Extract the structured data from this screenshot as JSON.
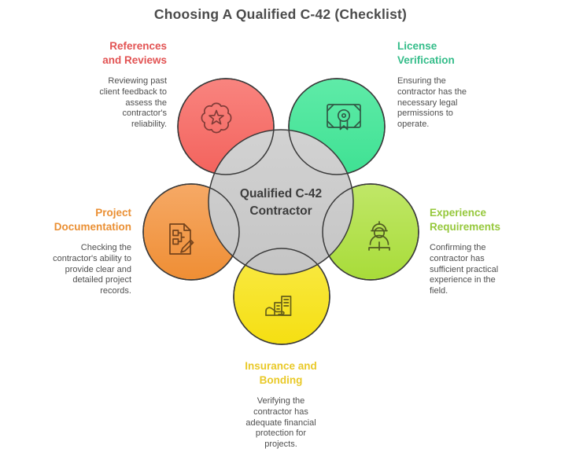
{
  "title": "Choosing A Qualified C-42 (Checklist)",
  "center_label": "Qualified C-42\nContractor",
  "sections": [
    {
      "name": "references-and-reviews",
      "heading": "References\nand Reviews",
      "description": "Reviewing past client feedback to assess the contractor's reliability.",
      "accent": "#e25353",
      "circle_top": "#f9847f",
      "circle_bottom": "#f3635d",
      "icon": "rosette-star-badge-icon",
      "icon_stroke": "#823c38"
    },
    {
      "name": "license-verification",
      "heading": "License\nVerification",
      "description": "Ensuring the contractor has the necessary legal permissions to operate.",
      "accent": "#35bd8a",
      "circle_top": "#5feba8",
      "circle_bottom": "#3fe193",
      "icon": "certificate-icon",
      "icon_stroke": "#315a46"
    },
    {
      "name": "project-documentation",
      "heading": "Project\nDocumentation",
      "description": "Checking the contractor's ability to provide clear and detailed project records.",
      "accent": "#ea8f33",
      "circle_top": "#f6a966",
      "circle_bottom": "#ef8e34",
      "icon": "document-pencil-icon",
      "icon_stroke": "#74431c"
    },
    {
      "name": "experience-requirements",
      "heading": "Experience\nRequirements",
      "description": "Confirming the contractor has sufficient practical experience in the field.",
      "accent": "#96c83c",
      "circle_top": "#c0e768",
      "circle_bottom": "#a8dc39",
      "icon": "worker-hard-hat-icon",
      "icon_stroke": "#515c22"
    },
    {
      "name": "insurance-and-bonding",
      "heading": "Insurance and\nBonding",
      "description": "Verifying the contractor has adequate financial protection for projects.",
      "accent": "#e9c928",
      "circle_top": "#f9ea47",
      "circle_bottom": "#f5df12",
      "icon": "hand-buildings-icon",
      "icon_stroke": "#67601a"
    }
  ],
  "colors": {
    "background": "#ffffff",
    "title_text": "#4b4b4b",
    "body_text": "#4f4f4f",
    "center_text": "#3d3d3d",
    "circle_outline": "#3a3a3a",
    "center_circle_top": "#d2d2d2",
    "center_circle_bottom": "#c5c5c5"
  }
}
